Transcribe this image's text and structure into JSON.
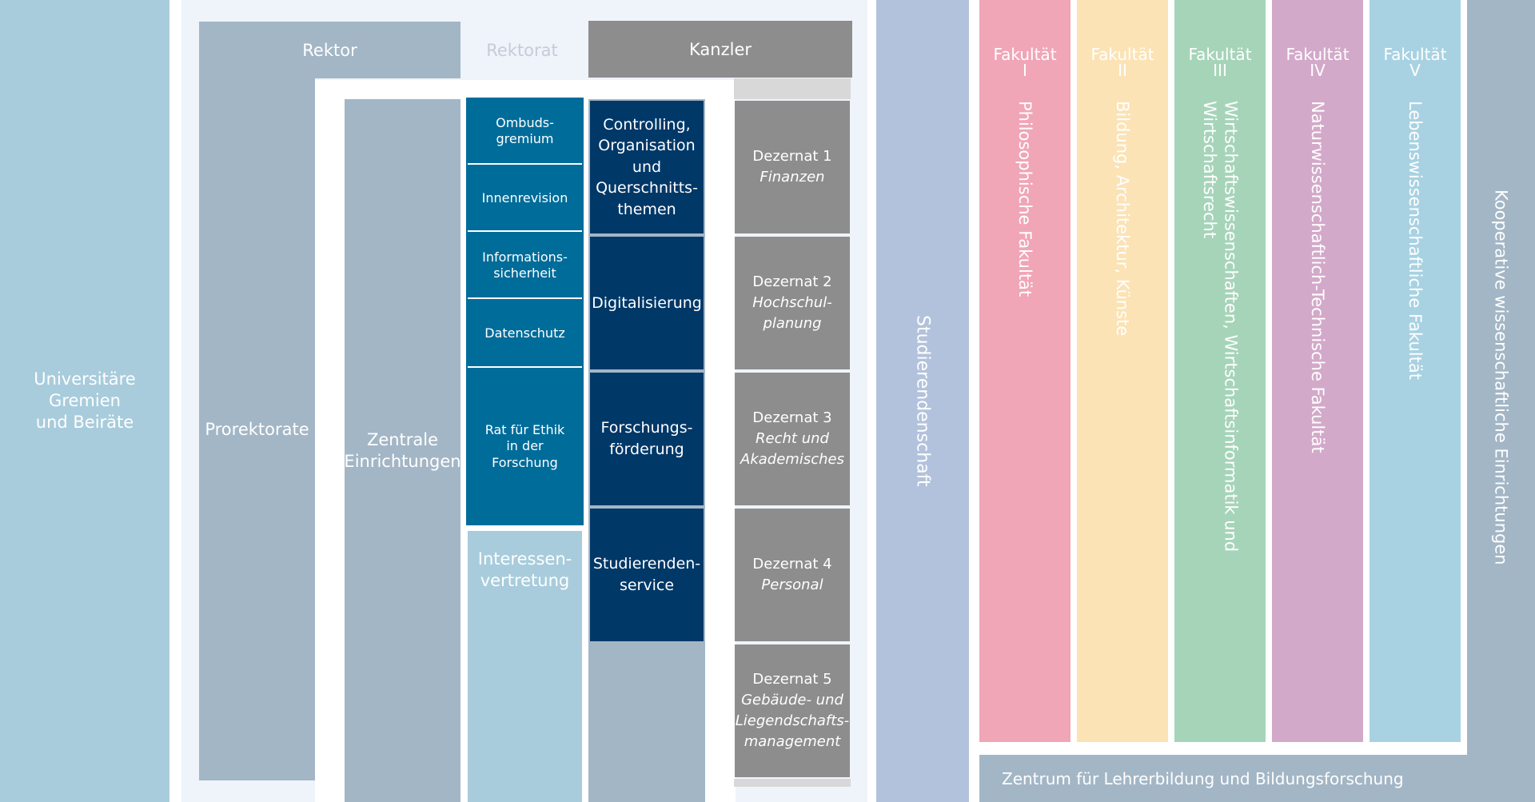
{
  "gremien": "Universitäre\nGremien\nund Beiräte",
  "rektor": "Rektor",
  "rektorat": "Rektorat",
  "kanzler": "Kanzler",
  "prorektorate": "Prorektorate",
  "zentrale": "Zentrale\nEinrichtungen",
  "staff_units": [
    "Ombuds-\ngremium",
    "Innenrevision",
    "Informations-\nsicherheit",
    "Datenschutz",
    "Rat für Ethik\nin der\nForschung"
  ],
  "interessenvertretung": "Interessen-\nvertretung",
  "kanzler_units": [
    "Controlling,\nOrganisation\nund\nQuerschnitts-\nthemen",
    "Digitalisierung",
    "Forschungs-\nförderung",
    "Studierenden-\nservice"
  ],
  "dezernate": [
    {
      "title": "Dezernat 1",
      "subtitle": "Finanzen"
    },
    {
      "title": "Dezernat 2",
      "subtitle": "Hochschul-\nplanung"
    },
    {
      "title": "Dezernat 3",
      "subtitle": "Recht und\nAkademisches"
    },
    {
      "title": "Dezernat 4",
      "subtitle": "Personal"
    },
    {
      "title": "Dezernat 5",
      "subtitle": "Gebäude- und\nLiegendschafts-\nmanagement"
    }
  ],
  "studierendenschaft": "Studierendenschaft",
  "faculties": [
    {
      "title": "Fakultät\nI",
      "name": "Philosophische Fakultät",
      "color": "#f0a6b7"
    },
    {
      "title": "Fakultät\nII",
      "name": "Bildung, Architektur, Künste",
      "color": "#fbe3b6"
    },
    {
      "title": "Fakultät\nIII",
      "name": "Wirtschaftswissenschaften, Wirtschaftsinformatik und\nWirtschaftsrecht",
      "color": "#a6d4b9"
    },
    {
      "title": "Fakultät\nIV",
      "name": "Naturwissenschaftlich-Technische Fakultät",
      "color": "#d3a9ca"
    },
    {
      "title": "Fakultät\nV",
      "name": "Lebenswissenschaftliche Fakultät",
      "color": "#a8d2e2"
    }
  ],
  "kooperative": "Kooperative wissenschaftliche Einrichtungen",
  "zentrum": "Zentrum für Lehrerbildung und Bildungsforschung",
  "colors": {
    "light_blue": "#a8ccdc",
    "grey_blue": "#a3b6c6",
    "teal": "#006c9a",
    "navy": "#003868",
    "grey": "#8d8d8d",
    "lavender": "#b3c2dc",
    "panel": "#eff3fa"
  }
}
